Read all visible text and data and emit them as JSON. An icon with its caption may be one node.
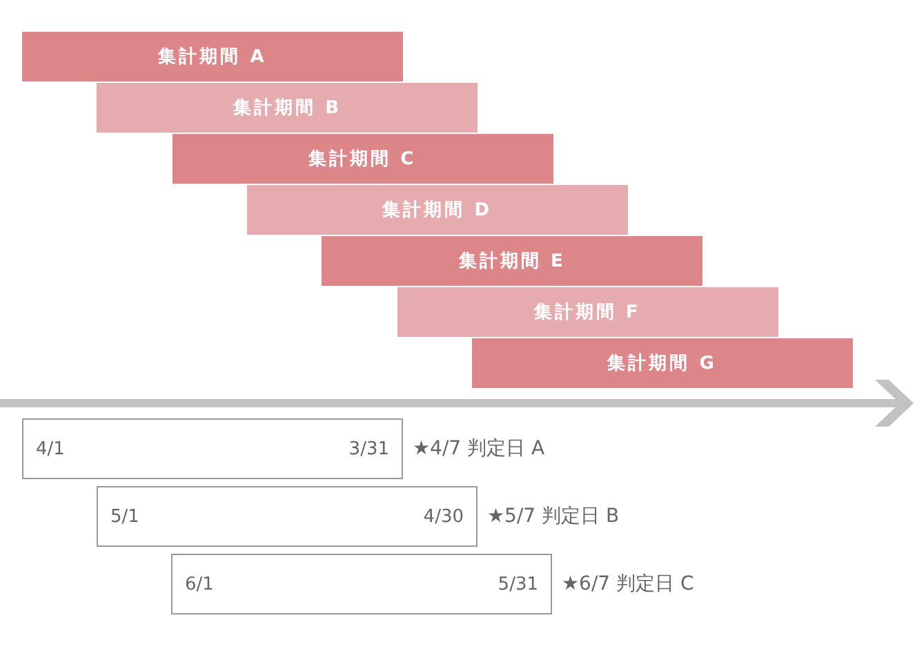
{
  "diagram": {
    "nodes": [
      {
        "text": [
          "集計期間 A"
        ]
      },
      {
        "text": [
          "集計期間 B"
        ]
      },
      {
        "text": [
          "集計期間 C"
        ]
      },
      {
        "text": [
          "集計期間 D"
        ]
      },
      {
        "text": [
          "集計期間 E"
        ]
      },
      {
        "text": [
          "集計期間 F"
        ]
      },
      {
        "text": [
          "集計期間 G"
        ]
      },
      {
        "text": [
          "4/1",
          "3/31"
        ],
        "beside": [
          "★4/7 判定日 A"
        ]
      },
      {
        "text": [
          "5/1",
          "4/30"
        ],
        "beside": [
          "★5/7 判定日 B"
        ]
      },
      {
        "text": [
          "6/1",
          "5/31"
        ],
        "beside": [
          "★6/7 判定日 C"
        ]
      }
    ]
  }
}
